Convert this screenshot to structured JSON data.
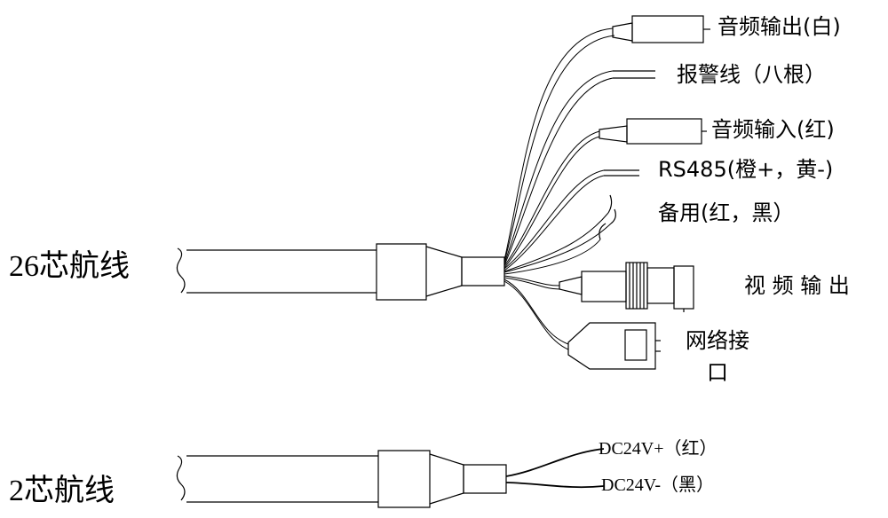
{
  "cable_26": {
    "title": "26芯航线",
    "connectors": {
      "audio_out": "音频输出(白)",
      "alarm": "报警线（八根）",
      "audio_in": "音频输入(红)",
      "rs485": "RS485(橙+，黄-)",
      "spare": "备用(红，黑）",
      "video_out": "视 频 输 出",
      "network_line1": "网络接",
      "network_line2": "口"
    }
  },
  "cable_2": {
    "title": "2芯航线",
    "wires": {
      "dc_plus": "DC24V+（红）",
      "dc_minus": "DC24V-（黑）"
    }
  },
  "colors": {
    "line": "#000000",
    "background": "#ffffff"
  }
}
